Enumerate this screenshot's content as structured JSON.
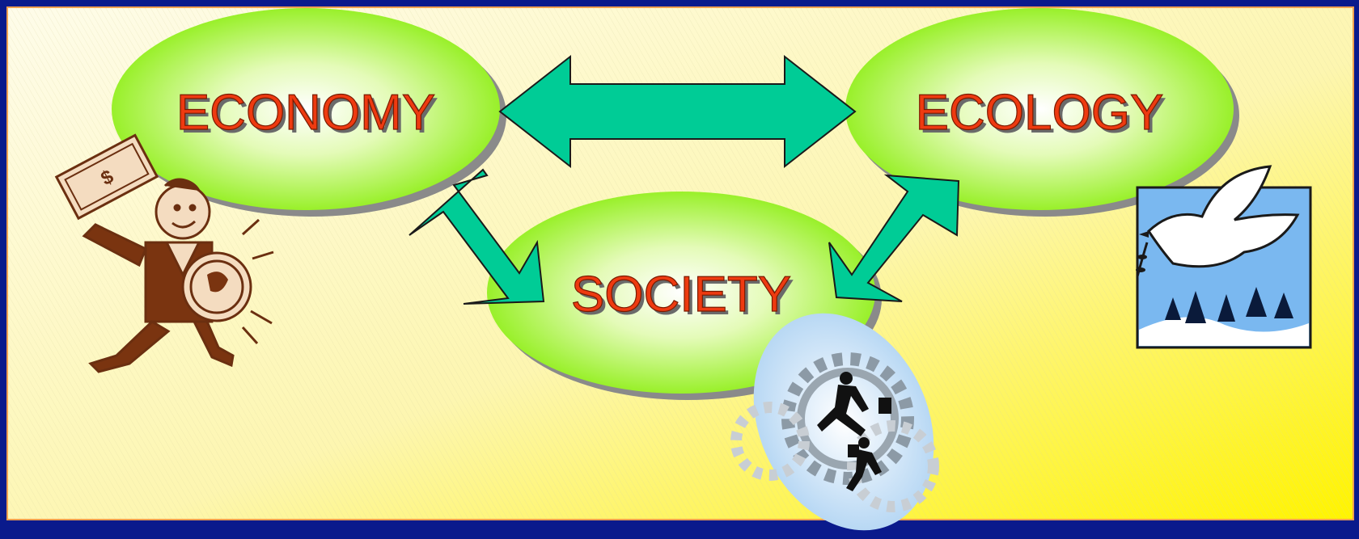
{
  "diagram": {
    "nodes": [
      {
        "id": "economy",
        "label": "ECONOMY"
      },
      {
        "id": "ecology",
        "label": "ECOLOGY"
      },
      {
        "id": "society",
        "label": "SOCIETY"
      }
    ],
    "edges": [
      {
        "from": "economy",
        "to": "ecology",
        "type": "bidirectional"
      },
      {
        "from": "economy",
        "to": "society",
        "type": "bidirectional"
      },
      {
        "from": "ecology",
        "to": "society",
        "type": "bidirectional"
      }
    ],
    "colors": {
      "frame": "#0a1a8c",
      "border_accent": "#f0a050",
      "background_start": "#fdfbe4",
      "background_end": "#fff600",
      "ellipse_center": "#ffffff",
      "ellipse_edge": "#99f02a",
      "arrow_fill": "#00cc96",
      "label_fill": "#ee3a10"
    },
    "clipart": [
      {
        "id": "money-man",
        "icon": "money-man-icon"
      },
      {
        "id": "dove",
        "icon": "peace-dove-icon"
      },
      {
        "id": "businessmen",
        "icon": "running-businessmen-icon"
      }
    ]
  }
}
